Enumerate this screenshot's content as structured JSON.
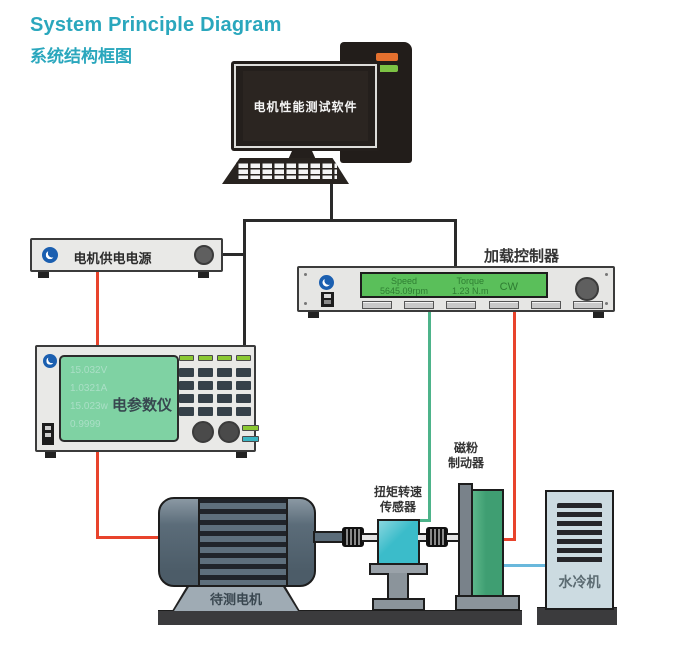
{
  "page": {
    "title_en": "System Principle Diagram",
    "title_zh": "系统结构框图"
  },
  "computer": {
    "screen_text": "电机性能测试软件"
  },
  "power_supply": {
    "label": "电机供电电源"
  },
  "load_controller": {
    "label": "加载控制器",
    "display": {
      "speed_label": "Speed",
      "speed_value": "5645.09rpm",
      "torque_label": "Torque",
      "torque_value": "1.23 N.m",
      "direction": "CW"
    }
  },
  "power_meter": {
    "label": "电参数仪",
    "readings": {
      "voltage": "15.032V",
      "current": "1.0321A",
      "power": "15.023w",
      "factor": "0.9999"
    }
  },
  "motor": {
    "label": "待测电机"
  },
  "torque_sensor": {
    "label_line1": "扭矩转速",
    "label_line2": "传感器"
  },
  "brake": {
    "label_line1": "磁粉",
    "label_line2": "制动器"
  },
  "water_cooler": {
    "label": "水冷机"
  },
  "colors": {
    "accent_teal": "#2aa7bd",
    "wire_red": "#e8432c",
    "wire_green": "#4db38a",
    "wire_blue": "#69b8dc",
    "wire_black": "#2a2a2a",
    "lcd_green": "#5abf5a",
    "meter_screen_green": "#7fd2a3",
    "sensor_cyan": "#3bbcca",
    "brake_green": "#3f9e72",
    "led_orange": "#e4702e",
    "led_green": "#7cc244"
  }
}
